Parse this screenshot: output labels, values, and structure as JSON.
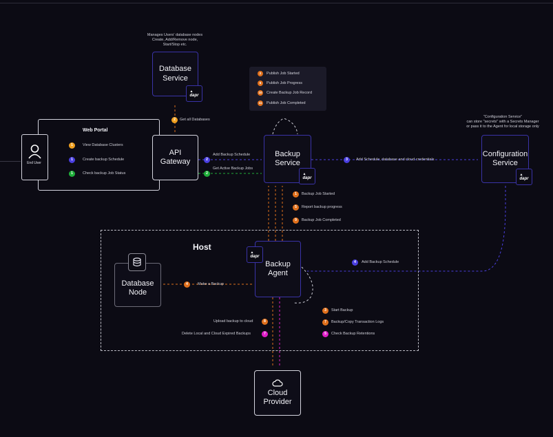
{
  "colors": {
    "orange": "#e0701c",
    "blue": "#4a3fe0",
    "green": "#1fae3a",
    "yellow": "#f0a020",
    "magenta": "#e01ec8",
    "border_purple": "#3a33a8"
  },
  "database_service": {
    "note": "Manages Users' database nodes\nCreate, Add/Remove node,\nStart/Stop etc.",
    "title": "Database\nService"
  },
  "legend": {
    "items": [
      {
        "n": "2",
        "text": "Publish Job Started"
      },
      {
        "n": "6",
        "text": "Publish Job Progress"
      },
      {
        "n": "10",
        "text": "Create Backup Job Record"
      },
      {
        "n": "11",
        "text": "Publish Job Completed"
      }
    ]
  },
  "web_portal": {
    "title": "Web Portal",
    "rows": [
      {
        "n": "1",
        "text": "View Database Clusters"
      },
      {
        "n": "1",
        "text": "Create backup Schedule"
      },
      {
        "n": "1",
        "text": "Check backup Job Status"
      }
    ]
  },
  "end_user": {
    "label": "End User"
  },
  "api_gateway": {
    "title": "API\nGateway"
  },
  "get_all_databases": {
    "n": "2",
    "text": "Get all Databases"
  },
  "gateway_backup": [
    {
      "n": "2",
      "text": "Add Backup Schedule"
    },
    {
      "n": "2",
      "text": "Get Active Backup Jobs"
    }
  ],
  "backup_service": {
    "title": "Backup\nService"
  },
  "config_link": {
    "n": "3",
    "text": "Add Schedule, database and cloud credentials"
  },
  "configuration_service": {
    "note": "\"Configuration Service\"\ncan store \"secrets\" with a Secrets Manager\nor pass it to the Agent for local storage only",
    "title": "Configuration\nService"
  },
  "agent_to_service": [
    {
      "n": "1",
      "text": "Backup Job Started"
    },
    {
      "n": "5",
      "text": "Report backup progress"
    },
    {
      "n": "9",
      "text": "Backup Job Completed"
    }
  ],
  "host": {
    "title": "Host"
  },
  "backup_agent": {
    "title": "Backup\nAgent"
  },
  "add_backup_schedule": {
    "n": "4",
    "text": "Add Backup Schedule"
  },
  "database_node": {
    "title": "Database\nNode"
  },
  "make_backup": {
    "n": "4",
    "text": "Make a Backup"
  },
  "agent_steps": [
    {
      "n": "3",
      "text": "Start Backup"
    },
    {
      "n": "7",
      "text": "Backup/Copy Transaction Logs"
    },
    {
      "n": "5",
      "text": "Check Backup Retentions"
    }
  ],
  "cloud_steps": [
    {
      "n": "8",
      "text": "Upload backup to cloud"
    },
    {
      "n": "7",
      "text": "Delete Local and Cloud Expired Backups"
    }
  ],
  "cloud_provider": {
    "title": "Cloud\nProvider"
  },
  "dapr_label": "dapr"
}
